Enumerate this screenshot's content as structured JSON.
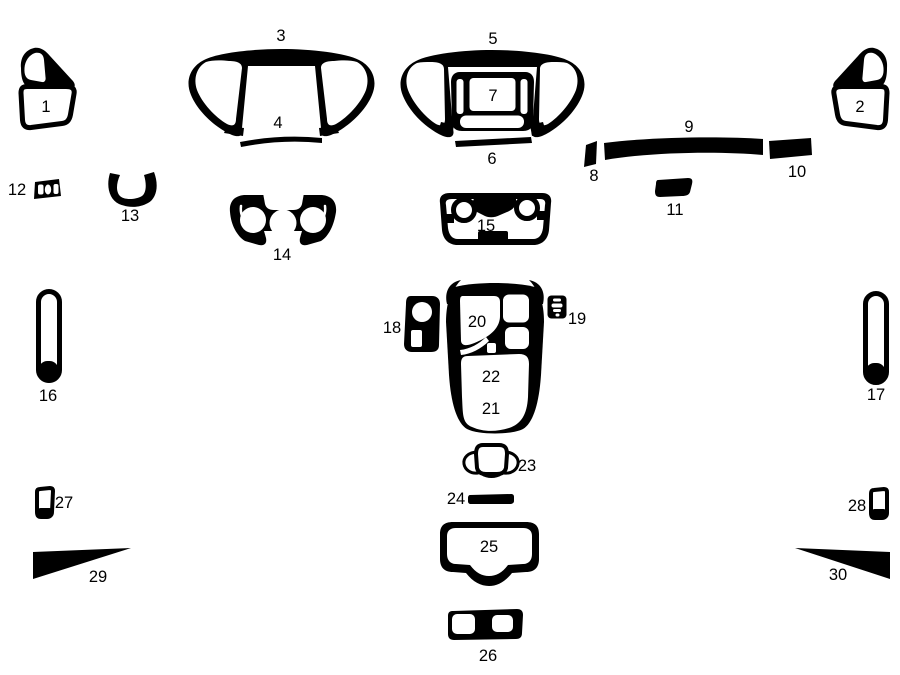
{
  "diagram": {
    "kind": "numbered-parts-diagram",
    "background_color": "#ffffff",
    "ink_color": "#000000",
    "labels": [
      "1",
      "2",
      "3",
      "4",
      "5",
      "6",
      "7",
      "8",
      "9",
      "10",
      "11",
      "12",
      "13",
      "14",
      "15",
      "16",
      "17",
      "18",
      "19",
      "20",
      "21",
      "22",
      "23",
      "24",
      "25",
      "26",
      "27",
      "28",
      "29",
      "30"
    ]
  }
}
